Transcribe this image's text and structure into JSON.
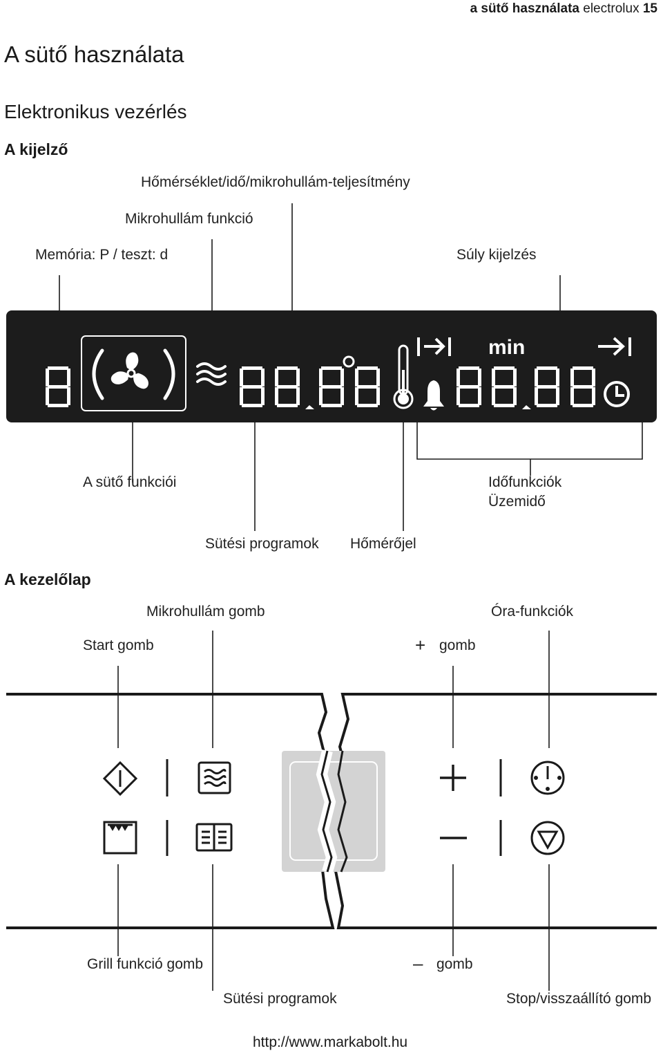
{
  "header": {
    "section": "a sütő használata",
    "brand": "electrolux",
    "page": "15"
  },
  "title": "A sütő használata",
  "subtitle": "Elektronikus vezérlés",
  "display_section": {
    "heading": "A kijelző",
    "labels": {
      "temp_time_power": "Hőmérséklet/idő/mikrohullám-teljesítmény",
      "microwave_function": "Mikrohullám funkció",
      "memory_test": "Memória: P / teszt: d",
      "weight": "Súly kijelzés",
      "oven_functions": "A sütő funkciói",
      "time_functions": "Időfunkciók",
      "operating_time": "Üzemidő",
      "baking_programs": "Sütési programok",
      "thermometer": "Hőmérőjel"
    },
    "panel_text": {
      "min": "min"
    }
  },
  "control_section": {
    "heading": "A kezelőlap",
    "labels": {
      "microwave_button": "Mikrohullám gomb",
      "clock_functions": "Óra-funkciók",
      "start_button": "Start gomb",
      "plus_symbol": "+",
      "plus_button": "gomb",
      "grill_button": "Grill funkció gomb",
      "minus_symbol": "–",
      "minus_button": "gomb",
      "baking_programs": "Sütési programok",
      "stop_reset": "Stop/visszaállító gomb"
    }
  },
  "footer": {
    "url": "http://www.markabolt.hu"
  },
  "colors": {
    "panel": "#1c1c1c",
    "segment": "#ffffff",
    "line": "#1a1a1a",
    "sensor": "#d3d3d3"
  }
}
